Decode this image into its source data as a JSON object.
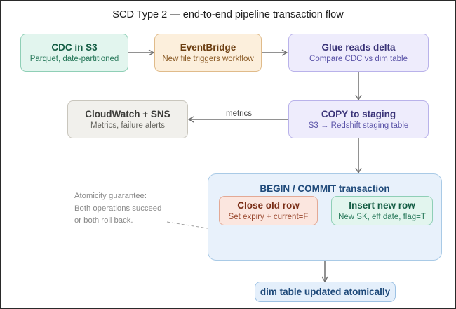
{
  "title": "SCD Type 2 — end-to-end pipeline transaction flow",
  "nodes": {
    "cdc": {
      "title": "CDC in S3",
      "subtitle": "Parquet, date-partitioned"
    },
    "eventbridge": {
      "title": "EventBridge",
      "subtitle": "New file triggers workflow"
    },
    "glue": {
      "title": "Glue reads delta",
      "subtitle": "Compare CDC vs dim table"
    },
    "copy": {
      "title": "COPY to staging",
      "subtitle": "S3 → Redshift staging table"
    },
    "cloudwatch": {
      "title": "CloudWatch + SNS",
      "subtitle": "Metrics, failure alerts"
    },
    "transaction": {
      "title": "BEGIN / COMMIT transaction"
    },
    "close_old": {
      "title": "Close old row",
      "subtitle": "Set expiry + current=F"
    },
    "insert_new": {
      "title": "Insert new row",
      "subtitle": "New SK, eff date, flag=T"
    },
    "dim_updated": {
      "title": "dim table updated atomically"
    }
  },
  "edge_labels": {
    "copy_to_cloudwatch": "metrics"
  },
  "annotation": {
    "lines": [
      "Atomicity guarantee:",
      "Both operations succeed",
      "or both roll back."
    ]
  },
  "colors": {
    "teal": "#e2f5ee",
    "orange": "#fcefdc",
    "purple": "#eeecfc",
    "gray": "#f1f0ec",
    "red": "#fbe6df",
    "blue": "#e8f1fb",
    "edge": "#6e6e6e"
  }
}
